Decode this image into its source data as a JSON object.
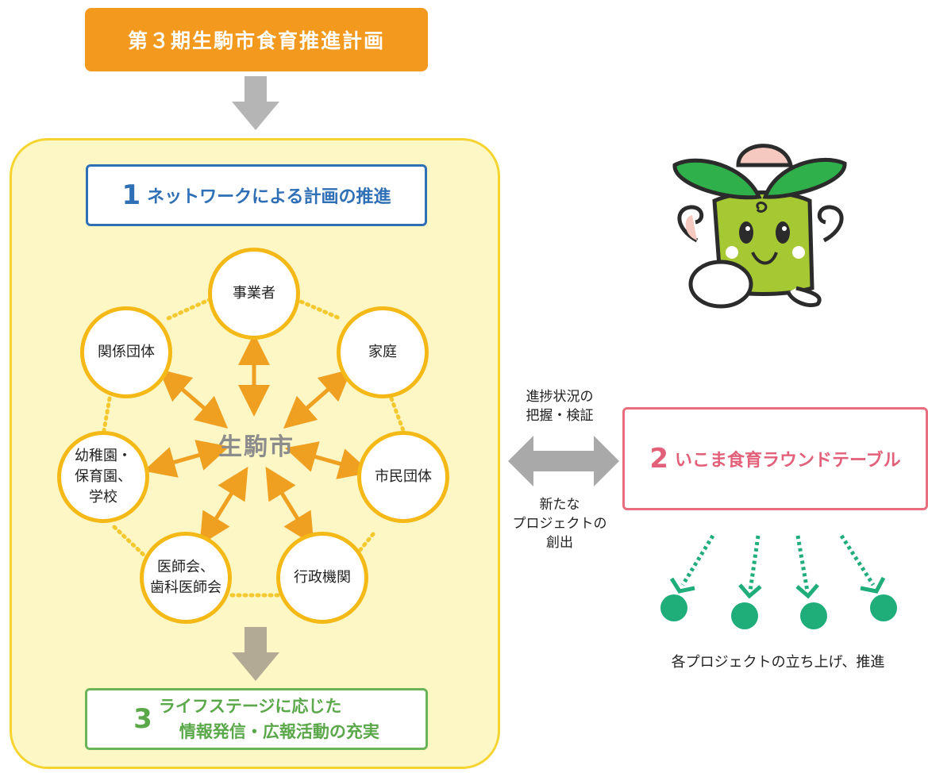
{
  "top_title": "第３期生駒市食育推進計画",
  "box1": {
    "num": "1",
    "text": "ネットワークによる計画の推進"
  },
  "center": "生駒市",
  "nodes": {
    "jigyosha": "事業者",
    "katei": "家庭",
    "shimin": "市民団体",
    "gyosei": "行政機関",
    "ishi": [
      "医師会、",
      "歯科医師会"
    ],
    "yochien": [
      "幼稚園・",
      "保育園、",
      "学校"
    ],
    "kankei": "関係団体"
  },
  "box3": {
    "num": "3",
    "line1": "ライフステージに応じた",
    "line2": "情報発信・広報活動の充実"
  },
  "side_top": [
    "進捗状況の",
    "把握・検証"
  ],
  "side_bottom": [
    "新たな",
    "プロジェクトの",
    "創出"
  ],
  "box2": {
    "num": "2",
    "text": "いこま食育ラウンドテーブル"
  },
  "projects_caption": "各プロジェクトの立ち上げ、推進",
  "colors": {
    "orange": "#f39a1e",
    "blue": "#2f6fb5",
    "green": "#6cb45a",
    "pink": "#e86d7e",
    "yellow": "#f4b916",
    "teal": "#1fae7a"
  }
}
